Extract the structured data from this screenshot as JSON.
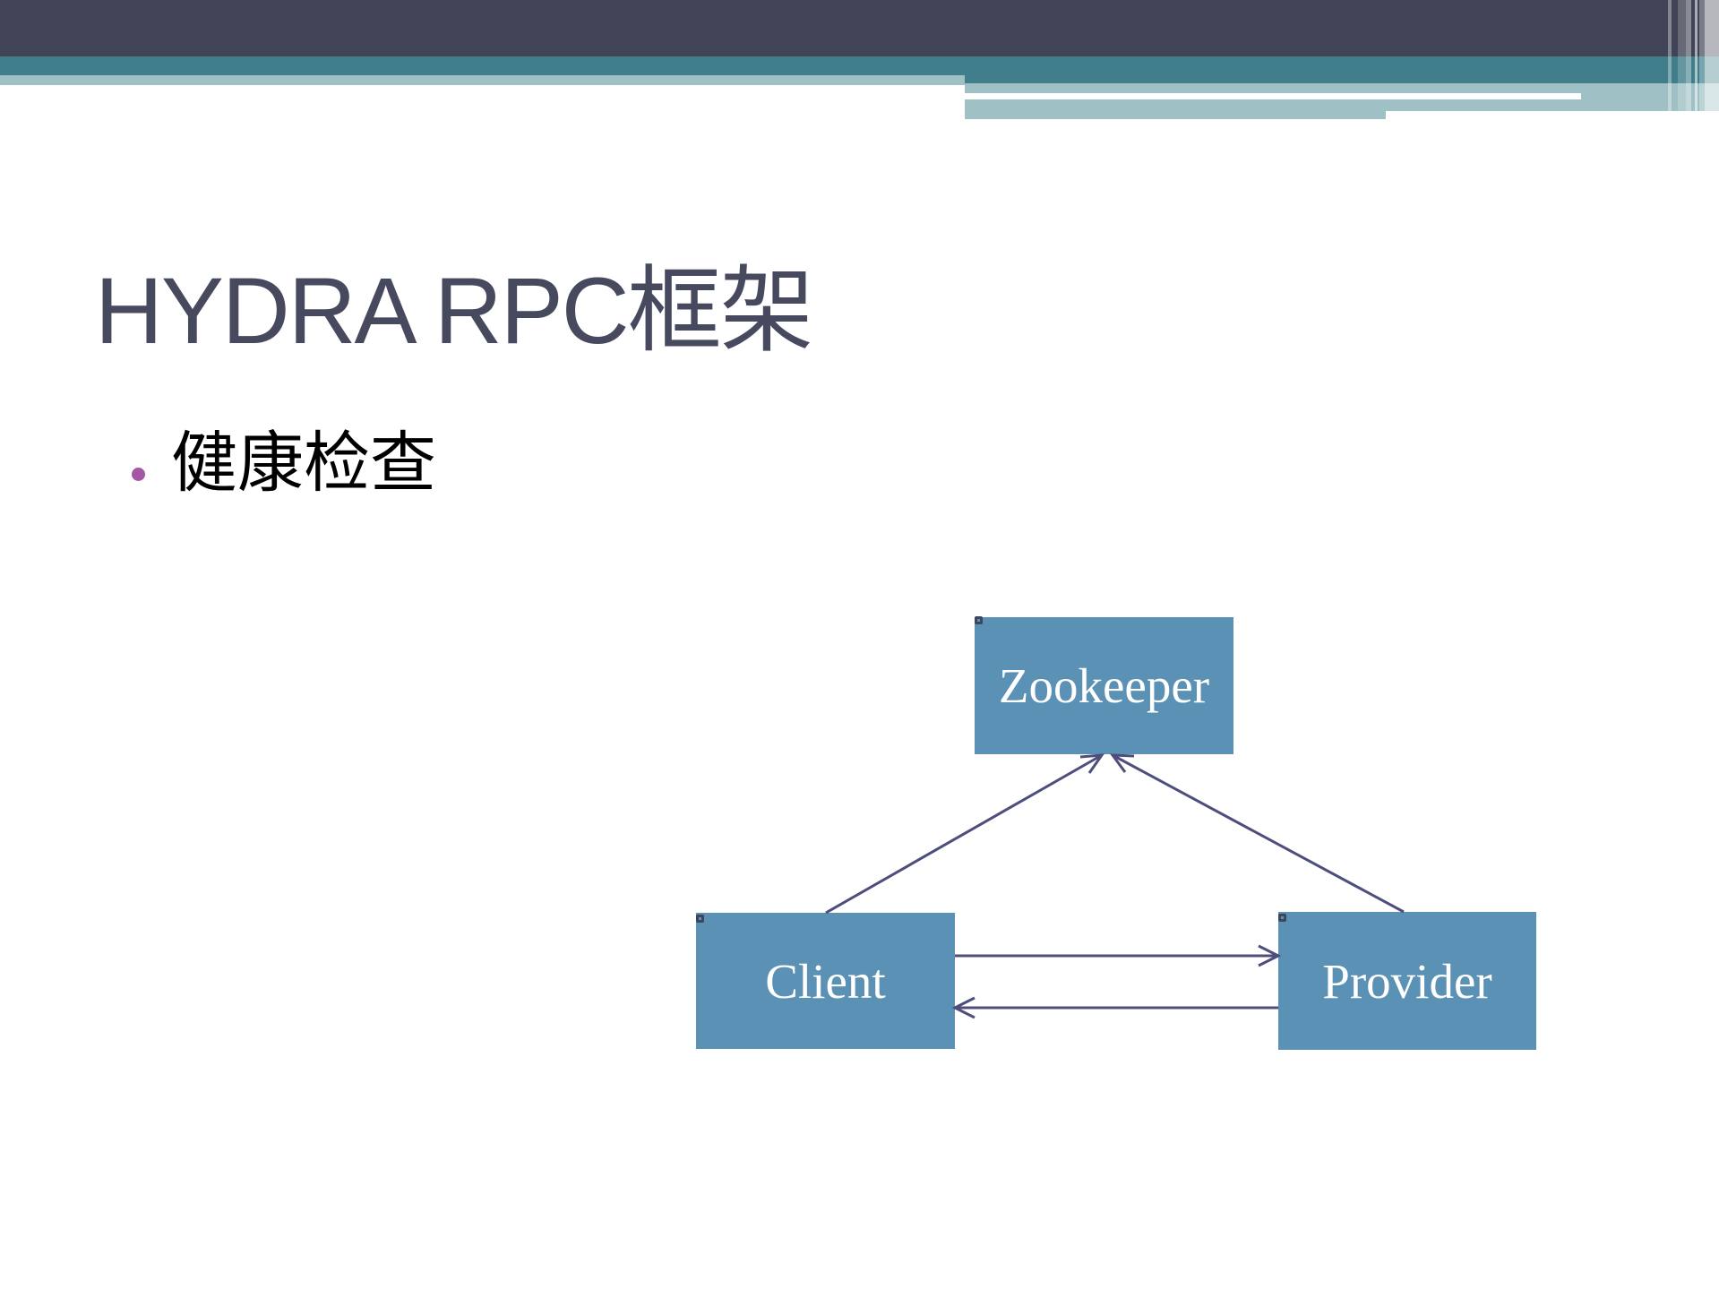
{
  "slide": {
    "title": "HYDRA RPC框架",
    "bullet_text": "健康检查"
  },
  "diagram": {
    "nodes": [
      {
        "label": "Zookeeper"
      },
      {
        "label": "Client"
      },
      {
        "label": "Provider"
      }
    ],
    "connections": [
      {
        "from": "Client",
        "to": "Zookeeper",
        "style": "arrow"
      },
      {
        "from": "Provider",
        "to": "Zookeeper",
        "style": "arrow"
      },
      {
        "from": "Client",
        "to": "Provider",
        "style": "arrow"
      },
      {
        "from": "Provider",
        "to": "Client",
        "style": "arrow"
      }
    ]
  },
  "colors": {
    "banner_dark": "#414456",
    "banner_teal": "#3f7e8a",
    "banner_light_teal": "#9fc0c4",
    "title_text": "#474a5e",
    "bullet_marker": "#a456a7",
    "body_text": "#000000",
    "node_fill": "#5b91b4",
    "node_text": "#ffffff",
    "connector": "#4e4e7d",
    "anchor_marker": "#3b4660"
  }
}
